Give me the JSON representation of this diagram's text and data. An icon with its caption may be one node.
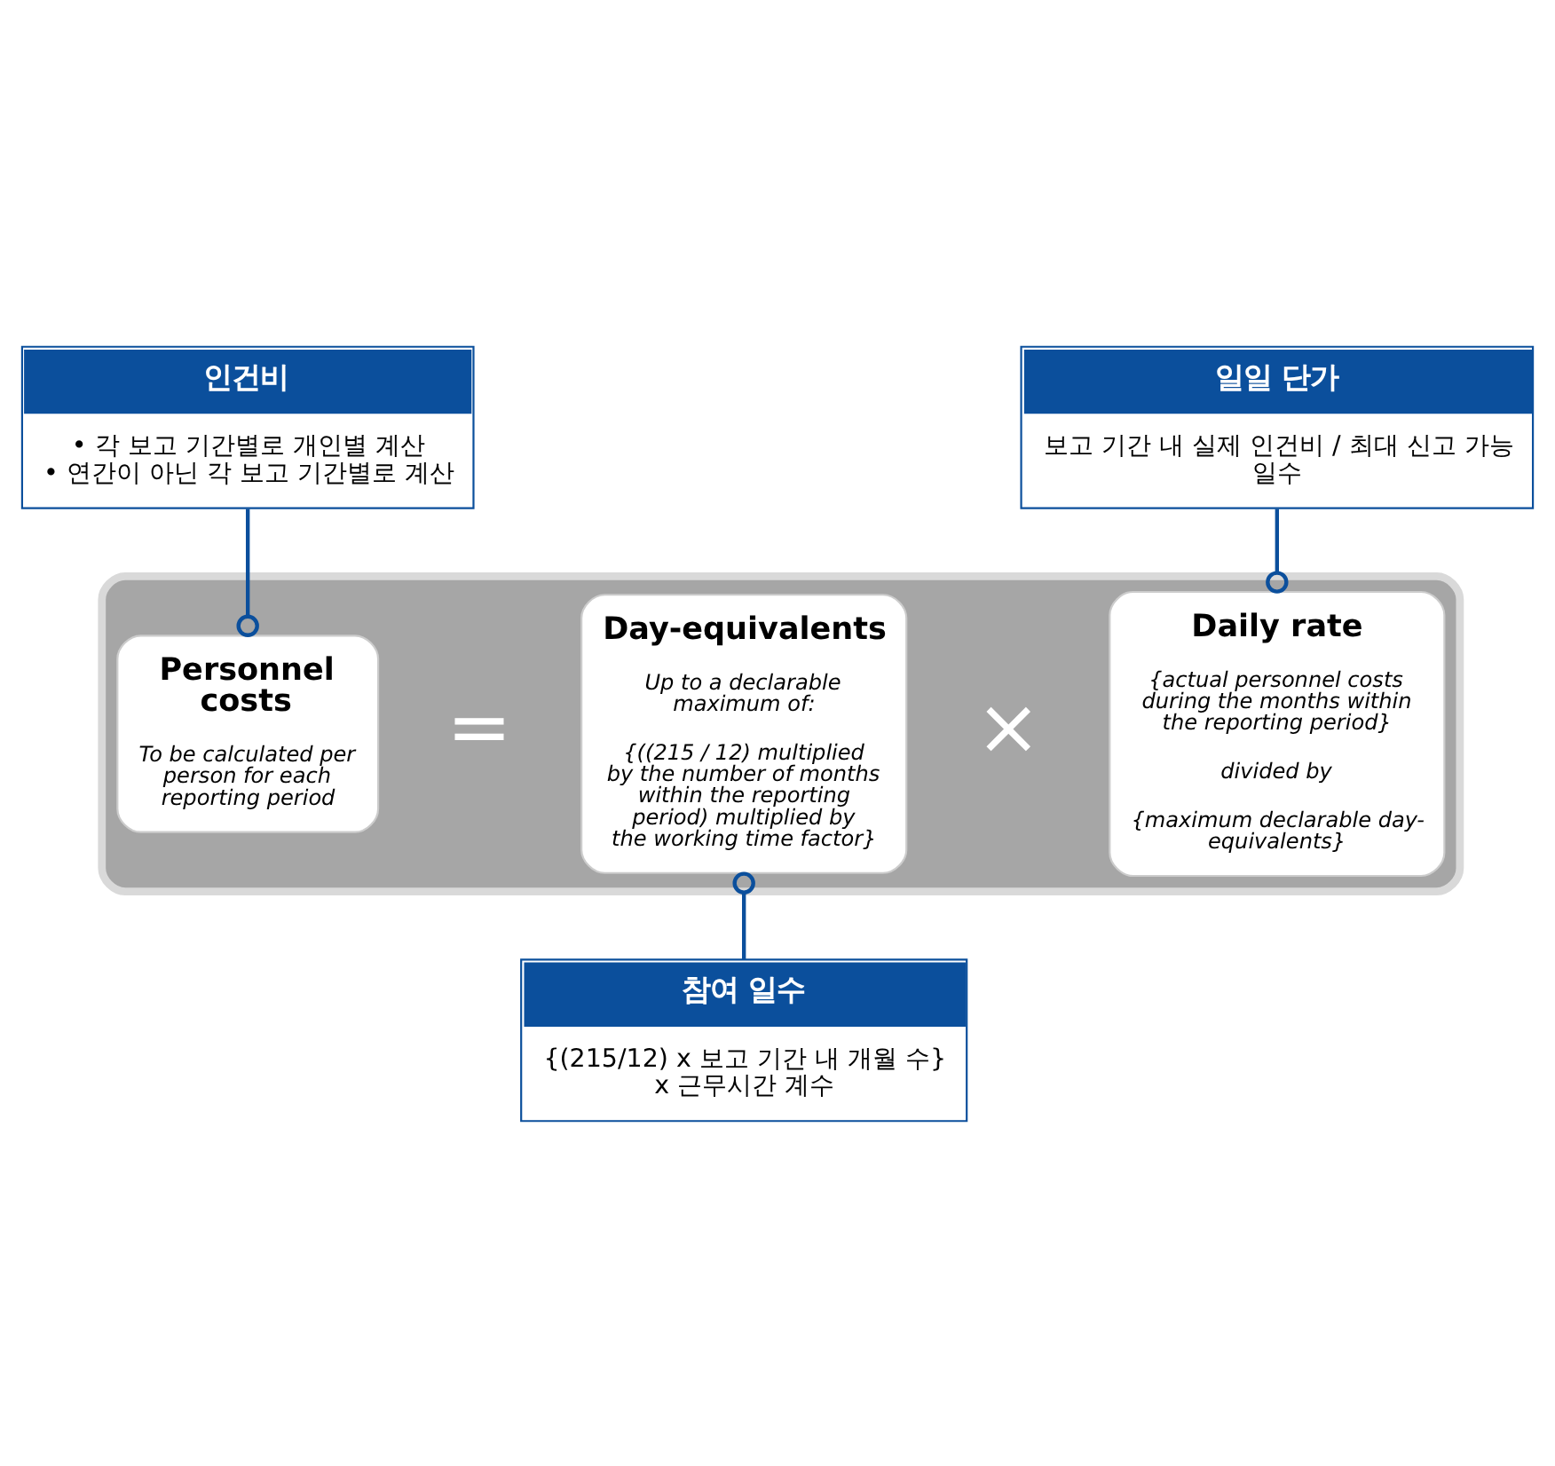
{
  "diagram": {
    "nodes": [
      {
        "text": [
          "인건비",
          "• 각 보고 기간별로 개인별 계산",
          "• 연간이 아닌 각 보고 기간별로 계산"
        ]
      },
      {
        "text": [
          "일일 단가",
          "보고 기간 내 실제 인건비 / 최대 신고 가능 일수"
        ]
      },
      {
        "text": [],
        "shape": "box"
      },
      {
        "text": [
          "Personnel costs",
          "To be calculated per person for each reporting period"
        ],
        "in": 2
      },
      {
        "text": [
          "Day-equivalents",
          "Up to a declarable maximum of:",
          "{((215 / 12) multiplied by the number of months within the reporting period) multiplied by the working time factor}"
        ],
        "in": 2
      },
      {
        "text": [
          "Daily rate",
          "{actual personnel costs during the months within the reporting period}",
          "divided by",
          "{maximum declarable day-equivalents}"
        ],
        "in": 2
      },
      {
        "text": [
          "참여 일수",
          "{(215/12) x 보고 기간 내 개월 수} x 근무시간 계수"
        ]
      }
    ],
    "edges": [
      {
        "from": 0,
        "to": 3,
        "arrow": "other"
      },
      {
        "from": 1,
        "to": 5,
        "arrow": "other"
      },
      {
        "from": 6,
        "to": 4,
        "arrow": "other"
      }
    ],
    "labels": [
      "=",
      "×"
    ]
  }
}
